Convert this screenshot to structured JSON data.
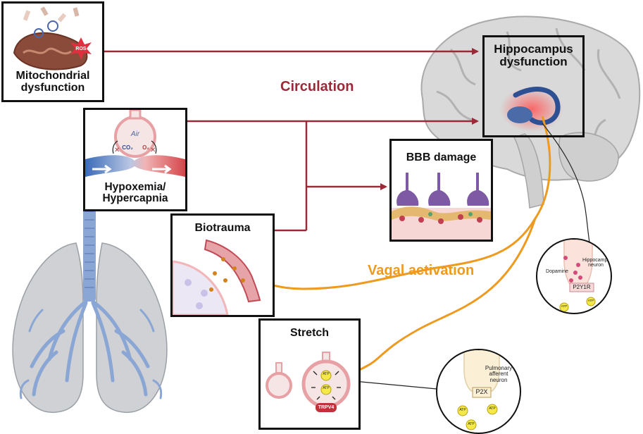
{
  "boxes": {
    "mitochondrial": "Mitochondrial dysfunction",
    "hypoxemia": "Hypoxemia/ Hypercapnia",
    "biotrauma": "Biotrauma",
    "stretch": "Stretch",
    "bbb": "BBB damage",
    "hippocampus": "Hippocampus dysfunction"
  },
  "pathways": {
    "circulation": "Circulation",
    "vagal": "Vagal activation"
  },
  "small_labels": {
    "ros": "ROS",
    "air": "Air",
    "co2": "CO₂",
    "o2": "O₂",
    "atp": "ATP",
    "trpv4": "TRPV4",
    "p2x": "P2X",
    "pulmonary_neuron": "Pulmonary afferent neuron",
    "hippocampus_neuron": "Hippocampus neuron",
    "dopamine": "Dopamine",
    "p2y1r": "P2Y1R"
  },
  "colors": {
    "circulation": "#9b2a38",
    "vagal": "#ee9a1f",
    "lung": "#cfd1d4",
    "airway": "#8aa6d4",
    "brain": "#d9d9d9"
  }
}
